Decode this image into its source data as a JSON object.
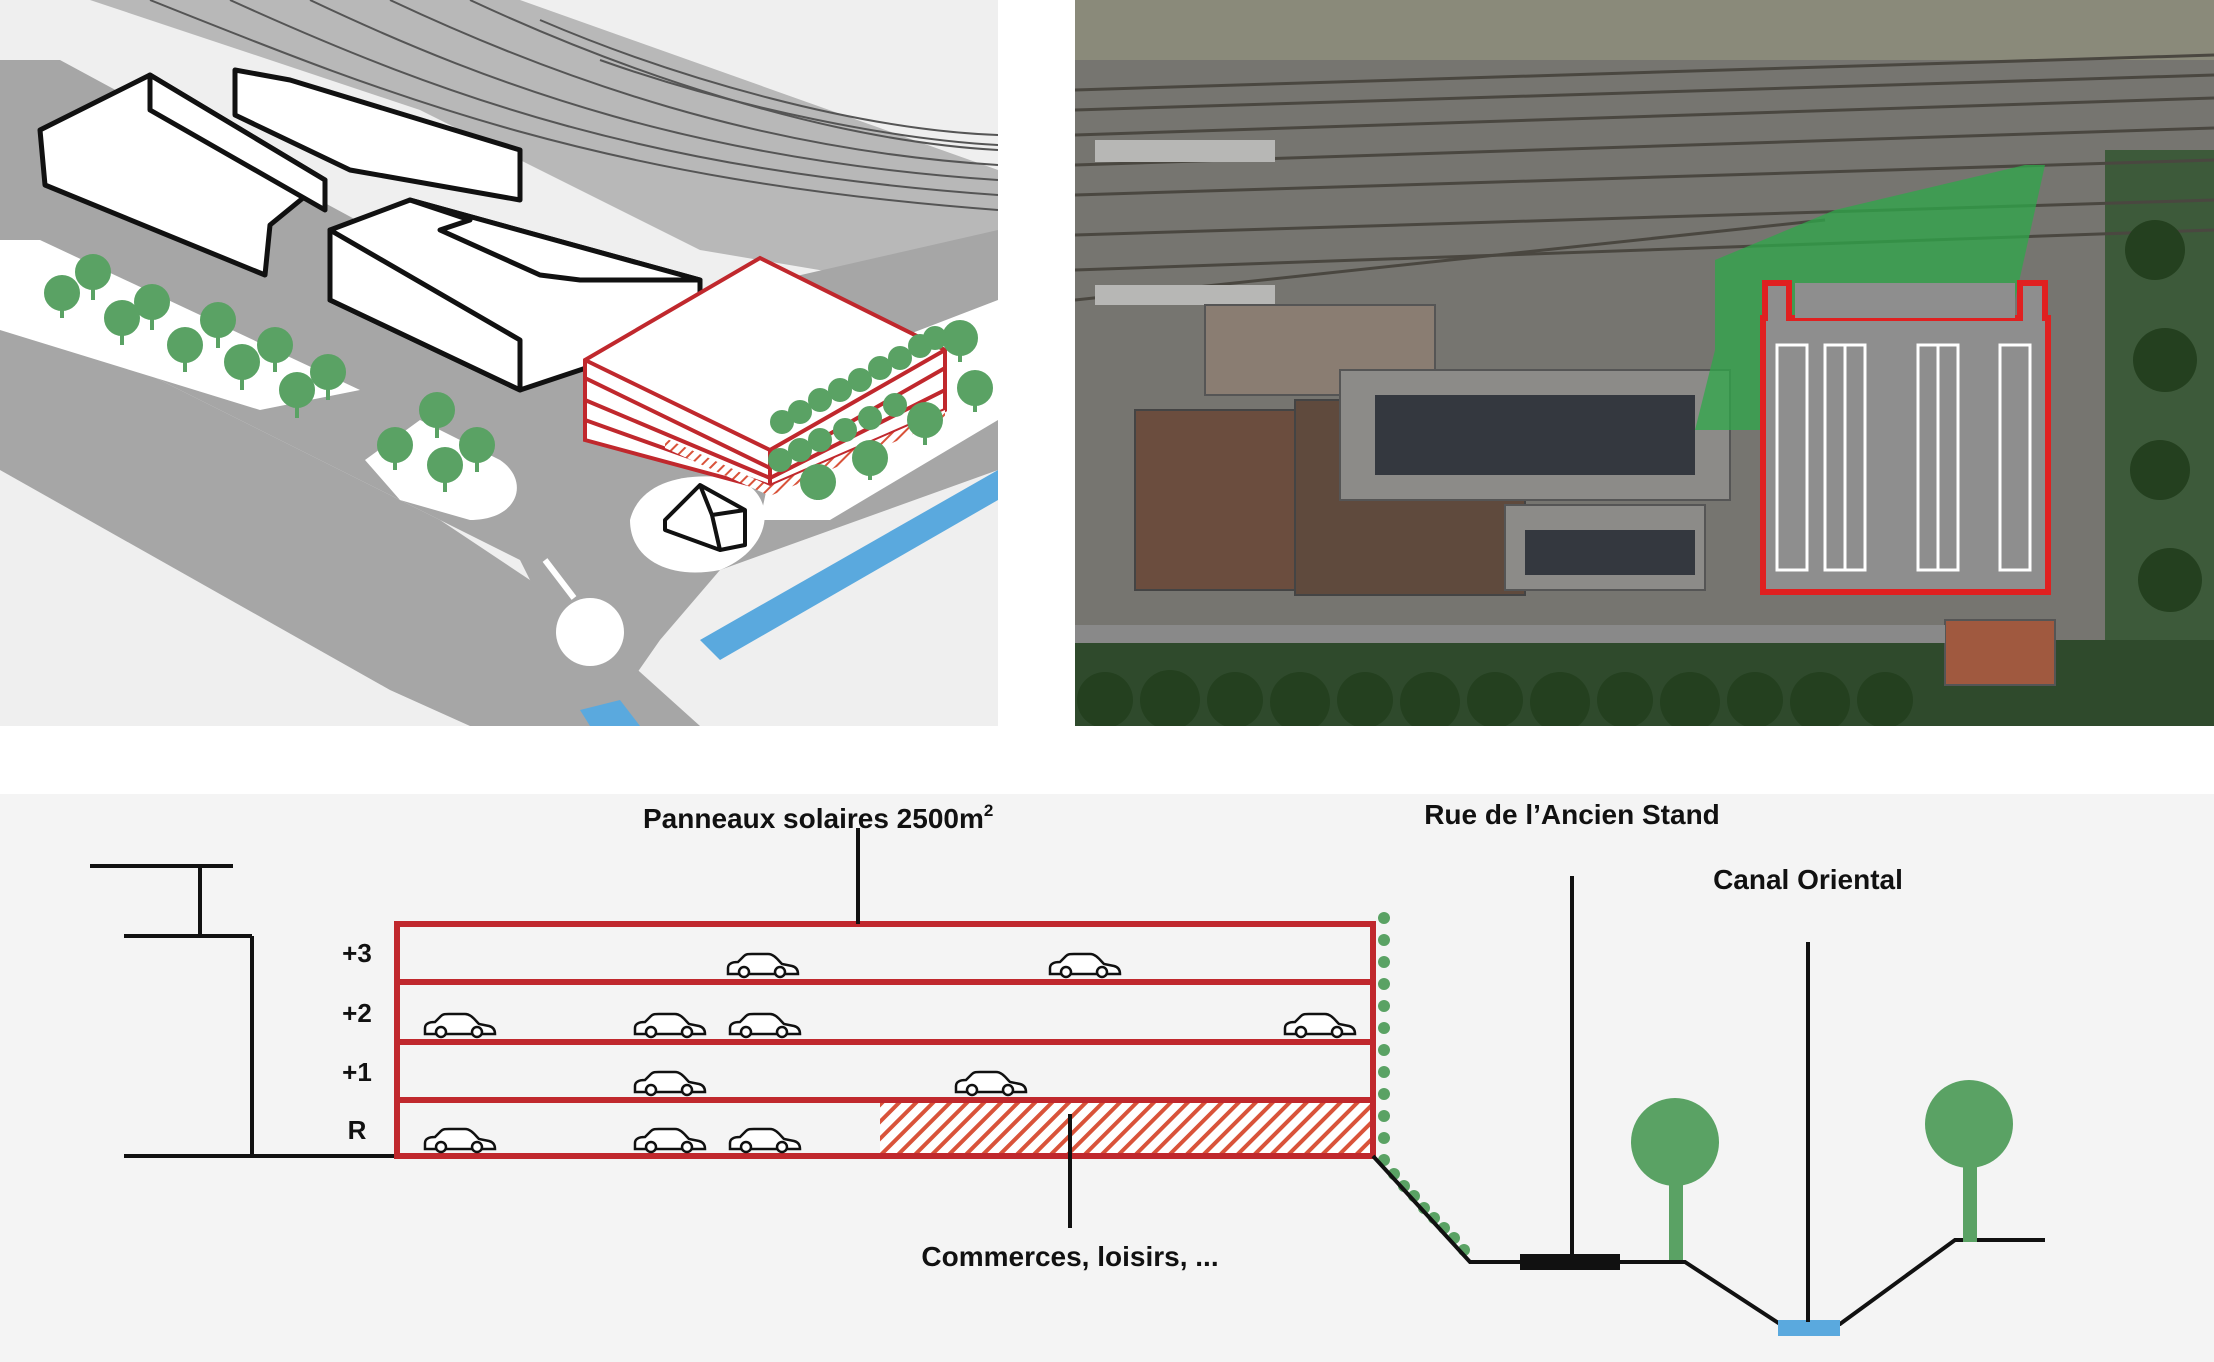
{
  "section": {
    "solar_label": "Panneaux solaires 2500m",
    "solar_label_sup": "2",
    "street_label": "Rue de l’Ancien Stand",
    "canal_label": "Canal Oriental",
    "commerce_label": "Commerces, loisirs, ...",
    "levels": [
      "+3",
      "+2",
      "+1",
      "R"
    ]
  },
  "colors": {
    "building_outline": "#c0282d",
    "hatch": "#d9533a",
    "tree": "#5aa264",
    "water": "#5aa9de",
    "parking_area": "#2fa84a",
    "road": "#a6a6a6"
  }
}
